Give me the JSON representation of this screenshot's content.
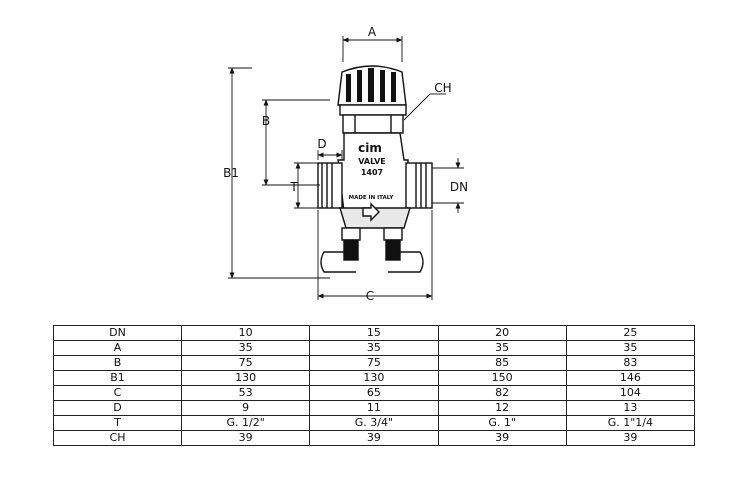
{
  "drawing": {
    "dim_labels": {
      "a": "A",
      "b": "B",
      "b1": "B1",
      "ch": "CH",
      "d": "D",
      "t": "T",
      "dn": "DN",
      "c": "C"
    },
    "body_text": {
      "brand": "cim",
      "line1": "VALVE",
      "line2": "1407",
      "made_in": "MADE IN ITALY"
    }
  },
  "table": {
    "headers": [
      "DN",
      "10",
      "15",
      "20",
      "25"
    ],
    "rows": [
      [
        "A",
        "35",
        "35",
        "35",
        "35"
      ],
      [
        "B",
        "75",
        "75",
        "85",
        "83"
      ],
      [
        "B1",
        "130",
        "130",
        "150",
        "146"
      ],
      [
        "C",
        "53",
        "65",
        "82",
        "104"
      ],
      [
        "D",
        "9",
        "11",
        "12",
        "13"
      ],
      [
        "T",
        "G. 1/2\"",
        "G. 3/4\"",
        "G. 1\"",
        "G. 1\"1/4"
      ],
      [
        "CH",
        "39",
        "39",
        "39",
        "39"
      ]
    ]
  }
}
